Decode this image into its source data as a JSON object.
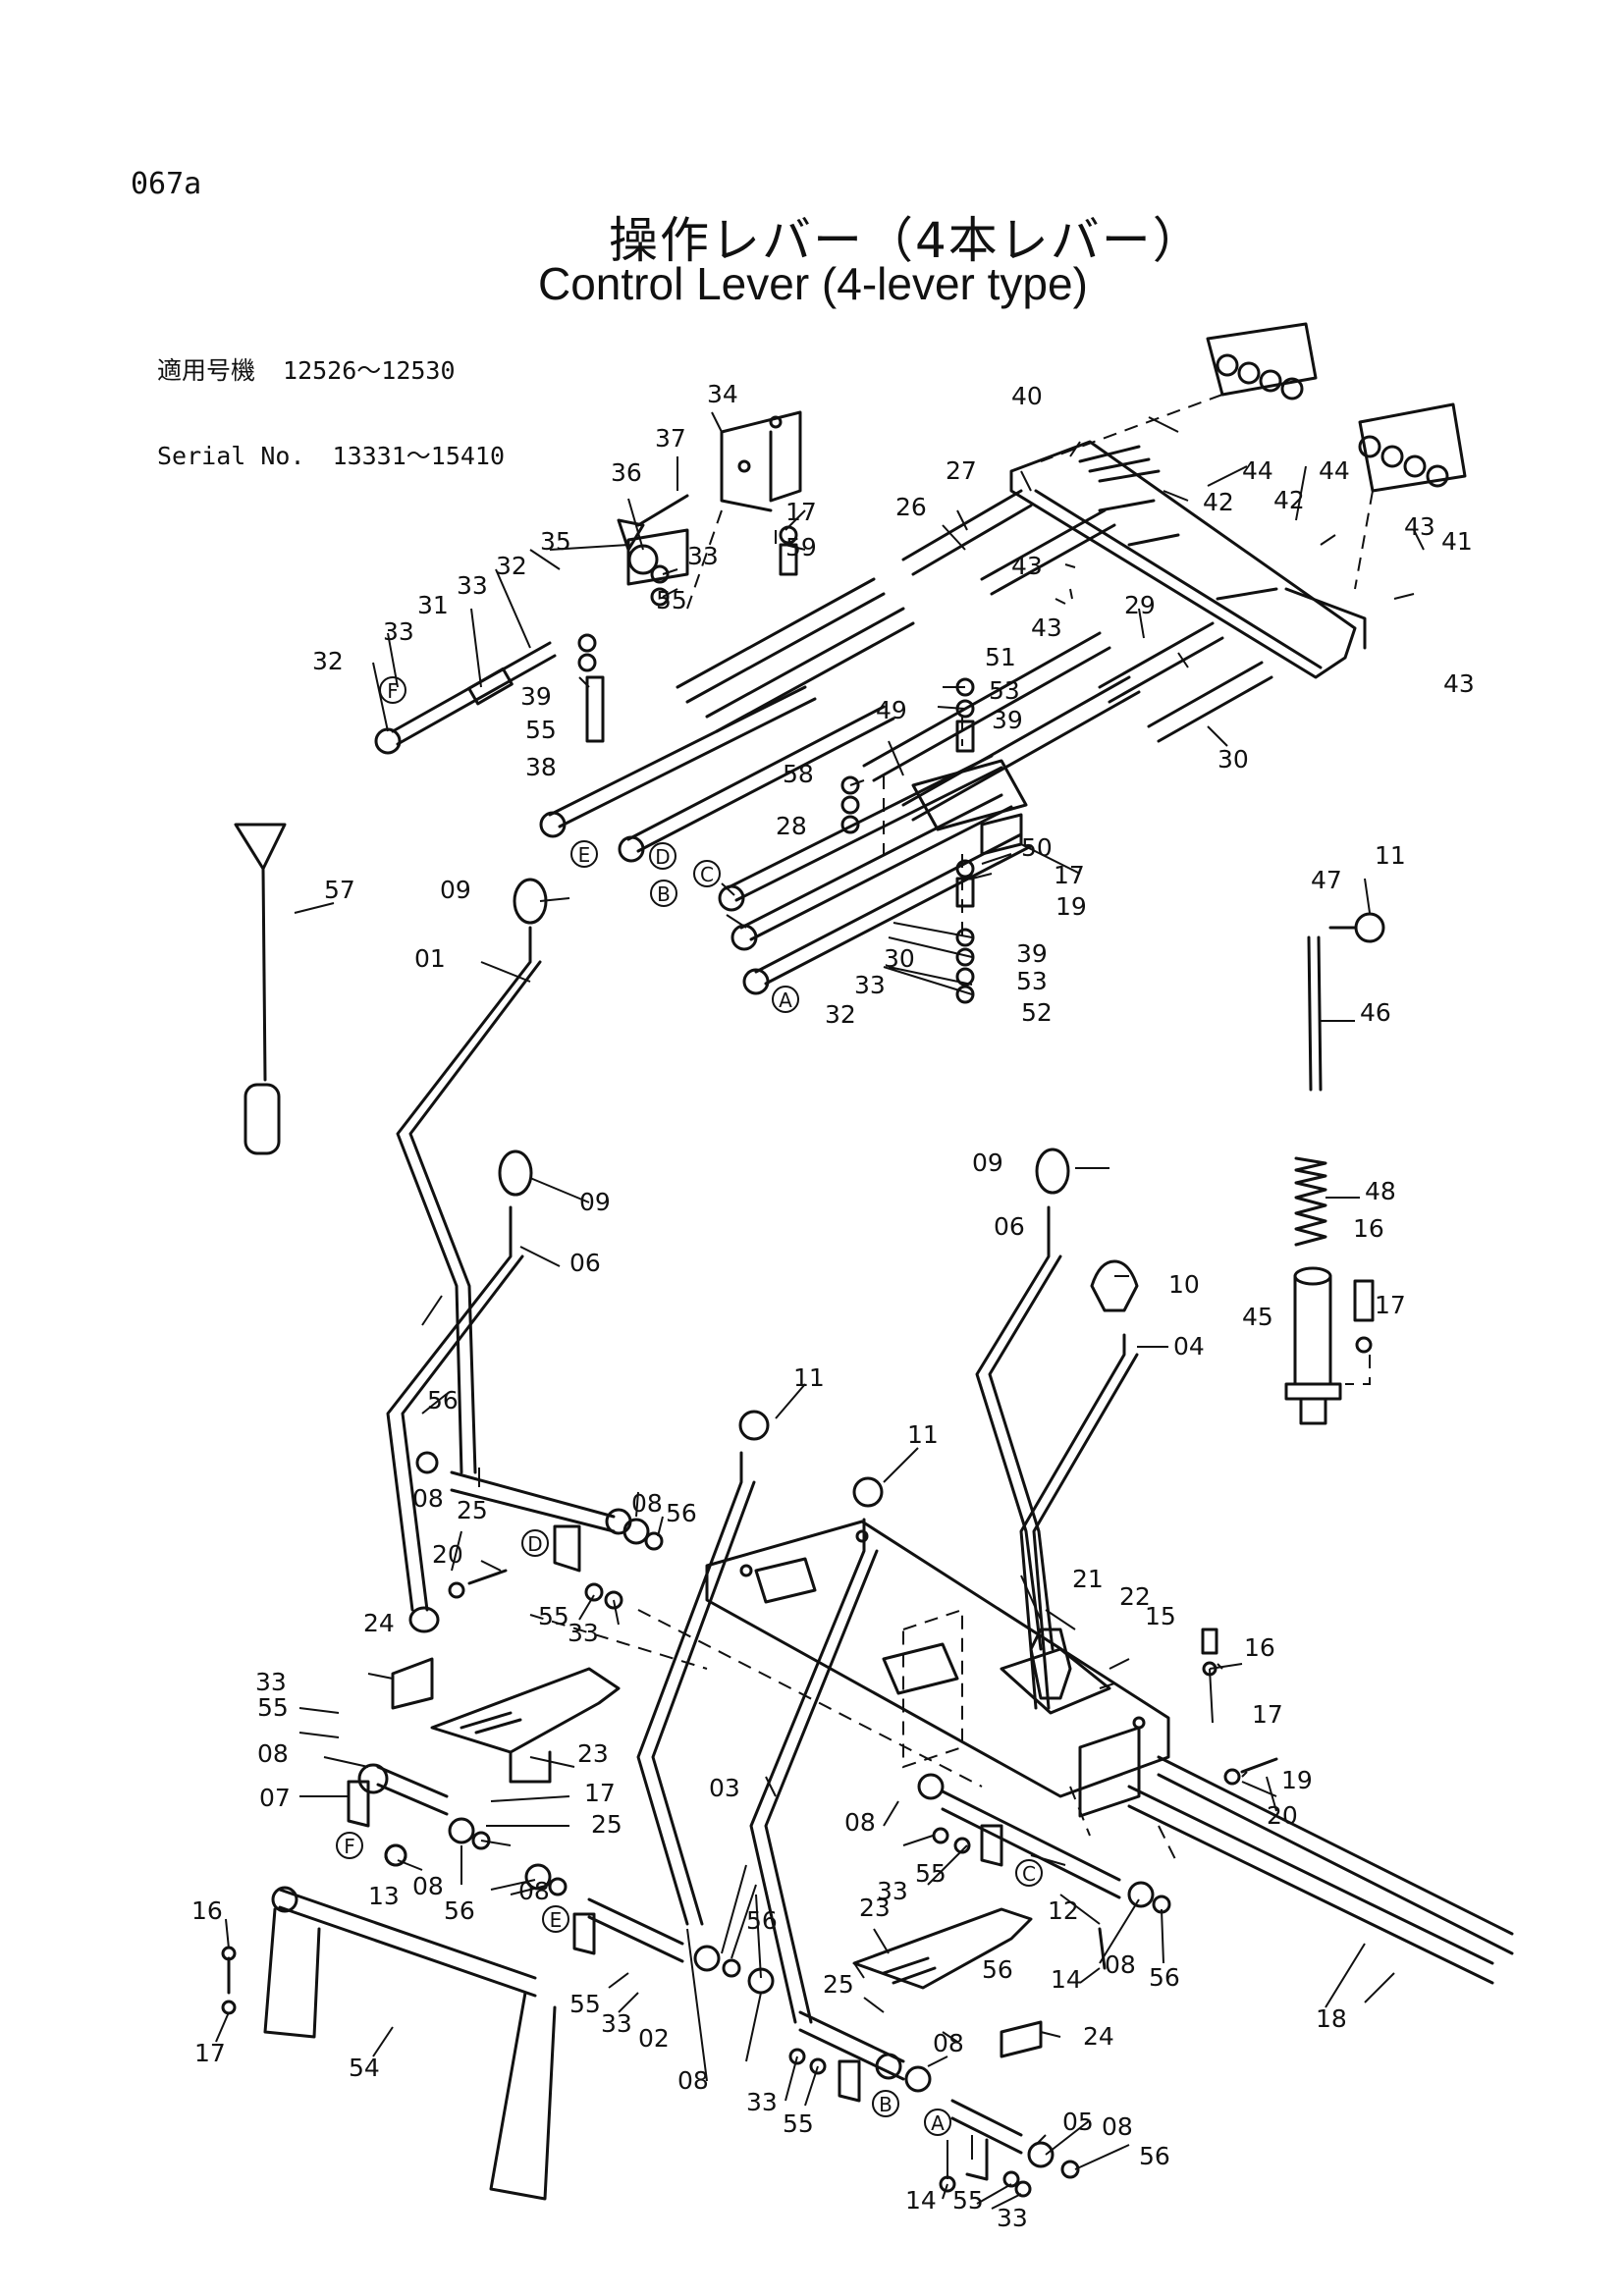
{
  "page_code": "067a",
  "title_jp": "操作レバー（4本レバー）",
  "title_en": "Control Lever (4-lever type)",
  "serial": [
    {
      "label": "適用号機",
      "value": "12526～12530"
    },
    {
      "label": "Serial No.",
      "value": "13331～15410"
    }
  ],
  "callouts": [
    {
      "id": "c01",
      "t": "01"
    },
    {
      "id": "c02",
      "t": "02"
    },
    {
      "id": "c03",
      "t": "03"
    },
    {
      "id": "c04",
      "t": "04"
    },
    {
      "id": "c05",
      "t": "05"
    },
    {
      "id": "c06a",
      "t": "06"
    },
    {
      "id": "c06b",
      "t": "06"
    },
    {
      "id": "c07",
      "t": "07"
    },
    {
      "id": "c08a",
      "t": "08"
    },
    {
      "id": "c08b",
      "t": "08"
    },
    {
      "id": "c08c",
      "t": "08"
    },
    {
      "id": "c08d",
      "t": "08"
    },
    {
      "id": "c08e",
      "t": "08"
    },
    {
      "id": "c08f",
      "t": "08"
    },
    {
      "id": "c08g",
      "t": "08"
    },
    {
      "id": "c08h",
      "t": "08"
    },
    {
      "id": "c08i",
      "t": "08"
    },
    {
      "id": "c08j",
      "t": "08"
    },
    {
      "id": "c09a",
      "t": "09"
    },
    {
      "id": "c09b",
      "t": "09"
    },
    {
      "id": "c09c",
      "t": "09"
    },
    {
      "id": "c10",
      "t": "10"
    },
    {
      "id": "c11a",
      "t": "11"
    },
    {
      "id": "c11b",
      "t": "11"
    },
    {
      "id": "c11c",
      "t": "11"
    },
    {
      "id": "c12",
      "t": "12"
    },
    {
      "id": "c13",
      "t": "13"
    },
    {
      "id": "c14a",
      "t": "14"
    },
    {
      "id": "c14b",
      "t": "14"
    },
    {
      "id": "c15",
      "t": "15"
    },
    {
      "id": "c16a",
      "t": "16"
    },
    {
      "id": "c16b",
      "t": "16"
    },
    {
      "id": "c16c",
      "t": "16"
    },
    {
      "id": "c17a",
      "t": "17"
    },
    {
      "id": "c17b",
      "t": "17"
    },
    {
      "id": "c17c",
      "t": "17"
    },
    {
      "id": "c17d",
      "t": "17"
    },
    {
      "id": "c17e",
      "t": "17"
    },
    {
      "id": "c17f",
      "t": "17"
    },
    {
      "id": "c18",
      "t": "18"
    },
    {
      "id": "c19a",
      "t": "19"
    },
    {
      "id": "c19b",
      "t": "19"
    },
    {
      "id": "c20a",
      "t": "20"
    },
    {
      "id": "c20b",
      "t": "20"
    },
    {
      "id": "c21",
      "t": "21"
    },
    {
      "id": "c22",
      "t": "22"
    },
    {
      "id": "c23a",
      "t": "23"
    },
    {
      "id": "c23b",
      "t": "23"
    },
    {
      "id": "c24a",
      "t": "24"
    },
    {
      "id": "c24b",
      "t": "24"
    },
    {
      "id": "c25a",
      "t": "25"
    },
    {
      "id": "c25b",
      "t": "25"
    },
    {
      "id": "c25c",
      "t": "25"
    },
    {
      "id": "c26",
      "t": "26"
    },
    {
      "id": "c27",
      "t": "27"
    },
    {
      "id": "c28",
      "t": "28"
    },
    {
      "id": "c29",
      "t": "29"
    },
    {
      "id": "c30a",
      "t": "30"
    },
    {
      "id": "c30b",
      "t": "30"
    },
    {
      "id": "c31",
      "t": "31"
    },
    {
      "id": "c32a",
      "t": "32"
    },
    {
      "id": "c32b",
      "t": "32"
    },
    {
      "id": "c32c",
      "t": "32"
    },
    {
      "id": "c33a",
      "t": "33"
    },
    {
      "id": "c33b",
      "t": "33"
    },
    {
      "id": "c33c",
      "t": "33"
    },
    {
      "id": "c33d",
      "t": "33"
    },
    {
      "id": "c33e",
      "t": "33"
    },
    {
      "id": "c33f",
      "t": "33"
    },
    {
      "id": "c33g",
      "t": "33"
    },
    {
      "id": "c33h",
      "t": "33"
    },
    {
      "id": "c33i",
      "t": "33"
    },
    {
      "id": "c33j",
      "t": "33"
    },
    {
      "id": "c34",
      "t": "34"
    },
    {
      "id": "c35",
      "t": "35"
    },
    {
      "id": "c36",
      "t": "36"
    },
    {
      "id": "c37",
      "t": "37"
    },
    {
      "id": "c38",
      "t": "38"
    },
    {
      "id": "c39a",
      "t": "39"
    },
    {
      "id": "c39b",
      "t": "39"
    },
    {
      "id": "c39c",
      "t": "39"
    },
    {
      "id": "c40",
      "t": "40"
    },
    {
      "id": "c41",
      "t": "41"
    },
    {
      "id": "c42a",
      "t": "42"
    },
    {
      "id": "c42b",
      "t": "42"
    },
    {
      "id": "c43a",
      "t": "43"
    },
    {
      "id": "c43b",
      "t": "43"
    },
    {
      "id": "c43c",
      "t": "43"
    },
    {
      "id": "c43d",
      "t": "43"
    },
    {
      "id": "c44a",
      "t": "44"
    },
    {
      "id": "c44b",
      "t": "44"
    },
    {
      "id": "c45",
      "t": "45"
    },
    {
      "id": "c46",
      "t": "46"
    },
    {
      "id": "c47",
      "t": "47"
    },
    {
      "id": "c48",
      "t": "48"
    },
    {
      "id": "c49",
      "t": "49"
    },
    {
      "id": "c50",
      "t": "50"
    },
    {
      "id": "c51",
      "t": "51"
    },
    {
      "id": "c52",
      "t": "52"
    },
    {
      "id": "c53a",
      "t": "53"
    },
    {
      "id": "c53b",
      "t": "53"
    },
    {
      "id": "c54",
      "t": "54"
    },
    {
      "id": "c55a",
      "t": "55"
    },
    {
      "id": "c55b",
      "t": "55"
    },
    {
      "id": "c55c",
      "t": "55"
    },
    {
      "id": "c55d",
      "t": "55"
    },
    {
      "id": "c55e",
      "t": "55"
    },
    {
      "id": "c55f",
      "t": "55"
    },
    {
      "id": "c55g",
      "t": "55"
    },
    {
      "id": "c55h",
      "t": "55"
    },
    {
      "id": "c56a",
      "t": "56"
    },
    {
      "id": "c56b",
      "t": "56"
    },
    {
      "id": "c56c",
      "t": "56"
    },
    {
      "id": "c56d",
      "t": "56"
    },
    {
      "id": "c56e",
      "t": "56"
    },
    {
      "id": "c56f",
      "t": "56"
    },
    {
      "id": "c56g",
      "t": "56"
    },
    {
      "id": "c57",
      "t": "57"
    },
    {
      "id": "c58",
      "t": "58"
    },
    {
      "id": "c59",
      "t": "59"
    }
  ],
  "circled": [
    {
      "id": "kA1",
      "t": "A"
    },
    {
      "id": "kA2",
      "t": "A"
    },
    {
      "id": "kB1",
      "t": "B"
    },
    {
      "id": "kB2",
      "t": "B"
    },
    {
      "id": "kC1",
      "t": "C"
    },
    {
      "id": "kC2",
      "t": "C"
    },
    {
      "id": "kD1",
      "t": "D"
    },
    {
      "id": "kD2",
      "t": "D"
    },
    {
      "id": "kE1",
      "t": "E"
    },
    {
      "id": "kE2",
      "t": "E"
    },
    {
      "id": "kF1",
      "t": "F"
    },
    {
      "id": "kF2",
      "t": "F"
    }
  ]
}
